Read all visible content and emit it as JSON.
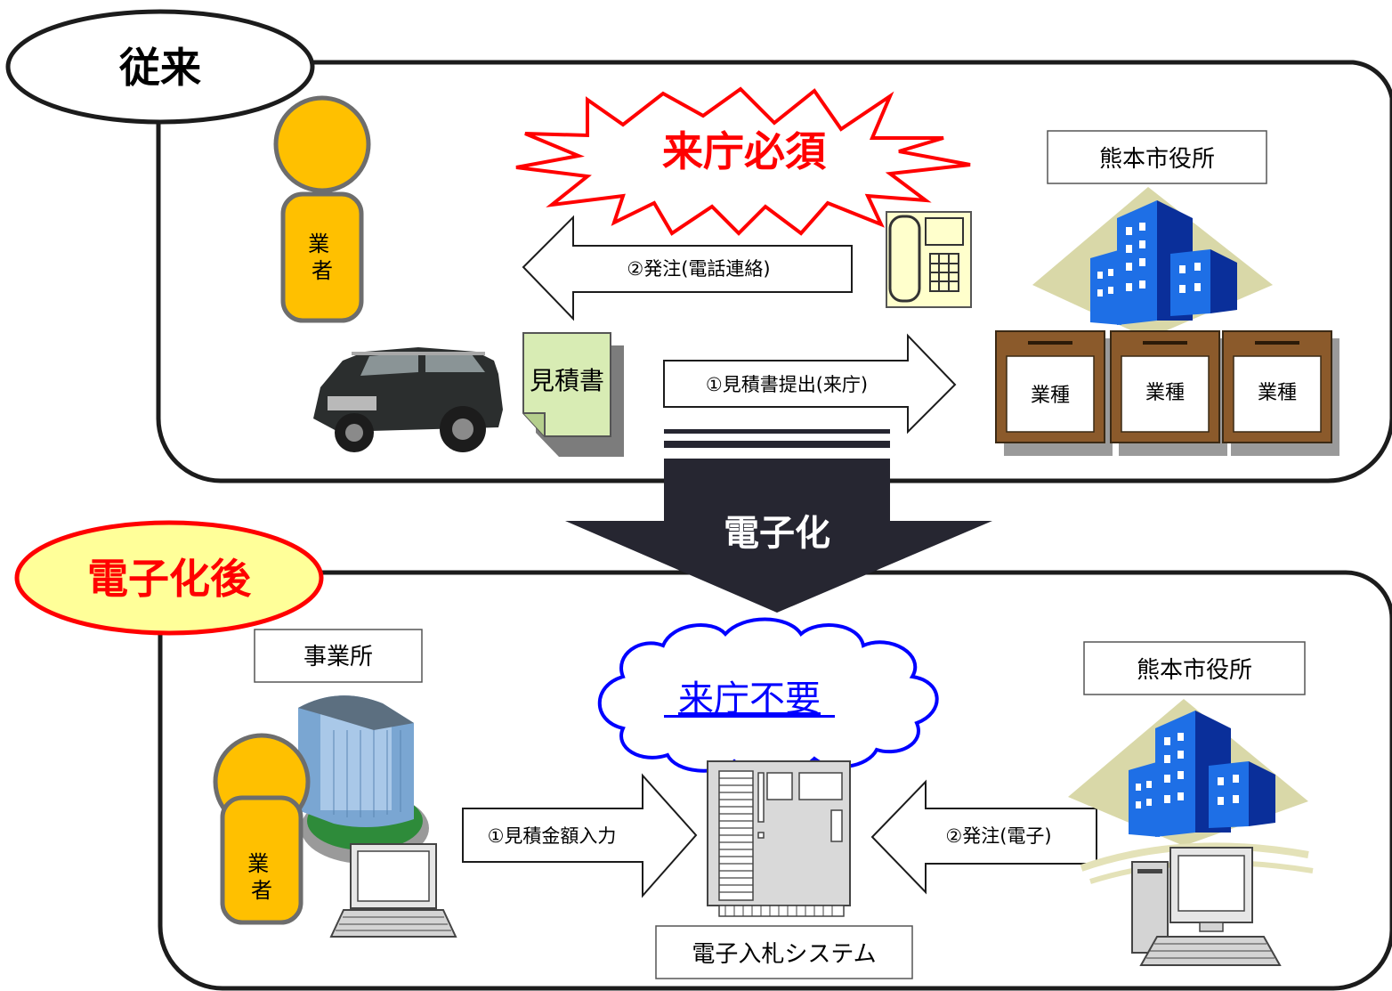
{
  "before": {
    "title": "従来",
    "badge": "来庁必須",
    "contractor": "業\n者",
    "order_label": "②発注(電話連絡)",
    "estimate_doc": "見積書",
    "submit_label": "①見積書提出(来庁)",
    "city_hall": "熊本市役所",
    "boxes": [
      "業種",
      "業種",
      "業種"
    ]
  },
  "transition": {
    "label": "電子化"
  },
  "after": {
    "title": "電子化後",
    "office": "事業所",
    "cloud": "来庁不要",
    "contractor": "業\n者",
    "input_label": "①見積金額入力",
    "order_label": "②発注(電子)",
    "city_hall": "熊本市役所",
    "system": "電子入札システム"
  },
  "colors": {
    "before_title_fill": "#ffffff",
    "after_title_fill": "#ffff99",
    "after_title_text": "#ff0000",
    "badge_text": "#ff0000",
    "badge_stroke": "#ff0000",
    "cloud_text": "#0000ff",
    "cloud_stroke": "#0000ff",
    "person_fill": "#ffc000",
    "person_stroke": "#6d6d6d",
    "doc_fill": "#d8ecb4",
    "box_fill": "#8b5a2b",
    "big_arrow_fill": "#262631"
  }
}
